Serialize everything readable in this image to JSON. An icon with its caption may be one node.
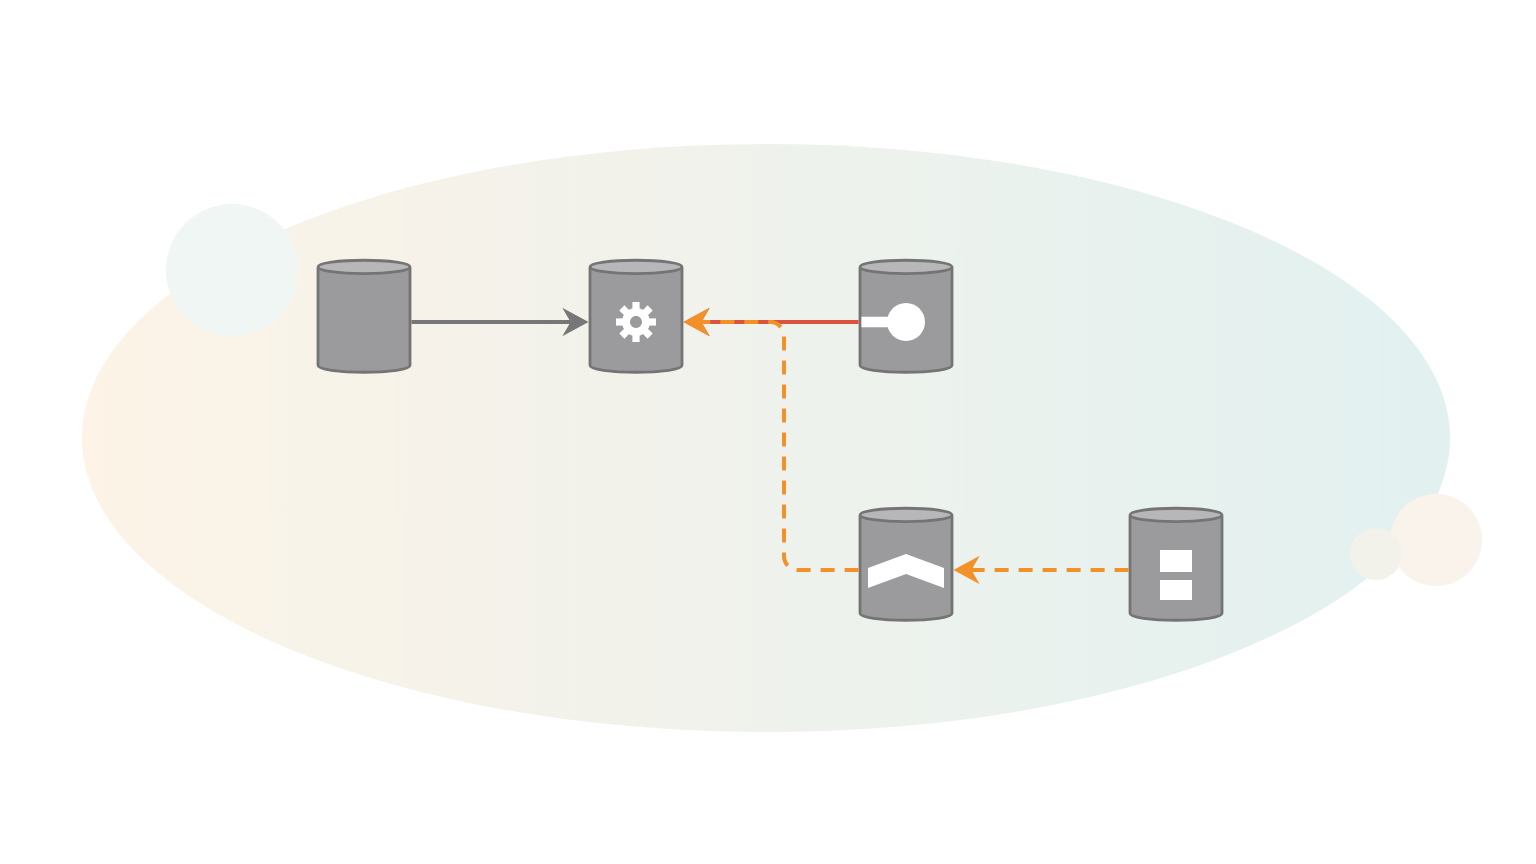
{
  "diagram": {
    "nodes": [
      {
        "text": [],
        "shape": "cylinder"
      },
      {
        "text": [],
        "shape": "cylinder"
      },
      {
        "text": [],
        "shape": "cylinder"
      },
      {
        "text": [],
        "shape": "cylinder"
      },
      {
        "text": [],
        "shape": "cylinder"
      }
    ],
    "edges": [
      {
        "from": 0,
        "to": 1,
        "arrow": "to",
        "color": "#777777"
      },
      {
        "from": 2,
        "to": 1,
        "arrow": "to",
        "color": "#d9533f"
      },
      {
        "from": 3,
        "to": 1,
        "arrow": "to",
        "style": "dashed",
        "color": "#f39129"
      },
      {
        "from": 4,
        "to": 3,
        "arrow": "to",
        "style": "dashed",
        "color": "#f39129"
      }
    ]
  }
}
